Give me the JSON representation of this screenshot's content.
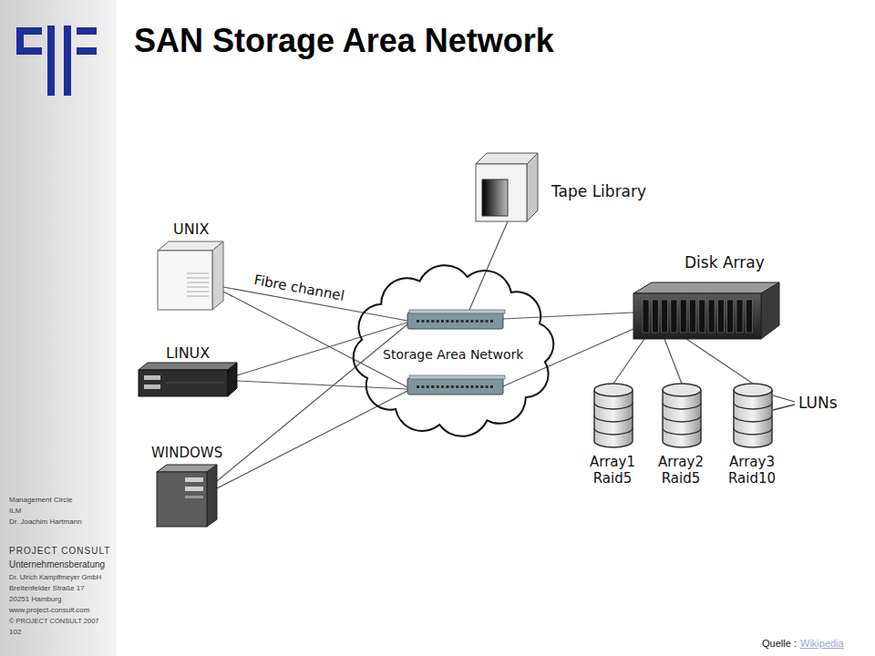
{
  "diagram": {
    "title": "SAN Storage Area Network",
    "nodes": [
      {
        "text": [
          "Tape Library"
        ]
      },
      {
        "text": [
          "UNIX"
        ]
      },
      {
        "text": [
          "Disk Array"
        ]
      },
      {
        "text": [
          "LINUX"
        ]
      },
      {
        "text": [
          "Storage Area Network"
        ]
      },
      {
        "text": [
          "WINDOWS"
        ]
      },
      {
        "text": [
          "Array1 Raid5"
        ]
      },
      {
        "text": [
          "Array2 Raid5"
        ]
      },
      {
        "text": [
          "Array3 Raid10"
        ]
      }
    ],
    "edges": [
      {
        "from": 1,
        "to": 4,
        "label": "Fibre channel",
        "arrow": "none"
      },
      {
        "from": 1,
        "to": 4,
        "arrow": "none"
      },
      {
        "from": 3,
        "to": 4,
        "arrow": "none"
      },
      {
        "from": 3,
        "to": 4,
        "arrow": "none"
      },
      {
        "from": 5,
        "to": 4,
        "arrow": "none"
      },
      {
        "from": 5,
        "to": 4,
        "arrow": "none"
      },
      {
        "from": 4,
        "to": 0,
        "arrow": "none"
      },
      {
        "from": 4,
        "to": 2,
        "arrow": "none"
      },
      {
        "from": 4,
        "to": 2,
        "arrow": "none"
      },
      {
        "from": 2,
        "to": 6,
        "arrow": "none"
      },
      {
        "from": 2,
        "to": 7,
        "arrow": "none"
      },
      {
        "from": 2,
        "to": 8,
        "arrow": "none"
      }
    ],
    "labels": [
      "Management Circle",
      "ILM",
      "Dr. Joachim Hartmann",
      "PROJECT CONSULT",
      "Unternehmensberatung",
      "Dr. Ulrich Kampffmeyer GmbH",
      "Breitenfelder Straße 17",
      "20251 Hamburg",
      "www.project-consult.com",
      "© PROJECT CONSULT 2007",
      "102",
      "LUNs",
      "Quelle :",
      "Wikipedia"
    ]
  }
}
